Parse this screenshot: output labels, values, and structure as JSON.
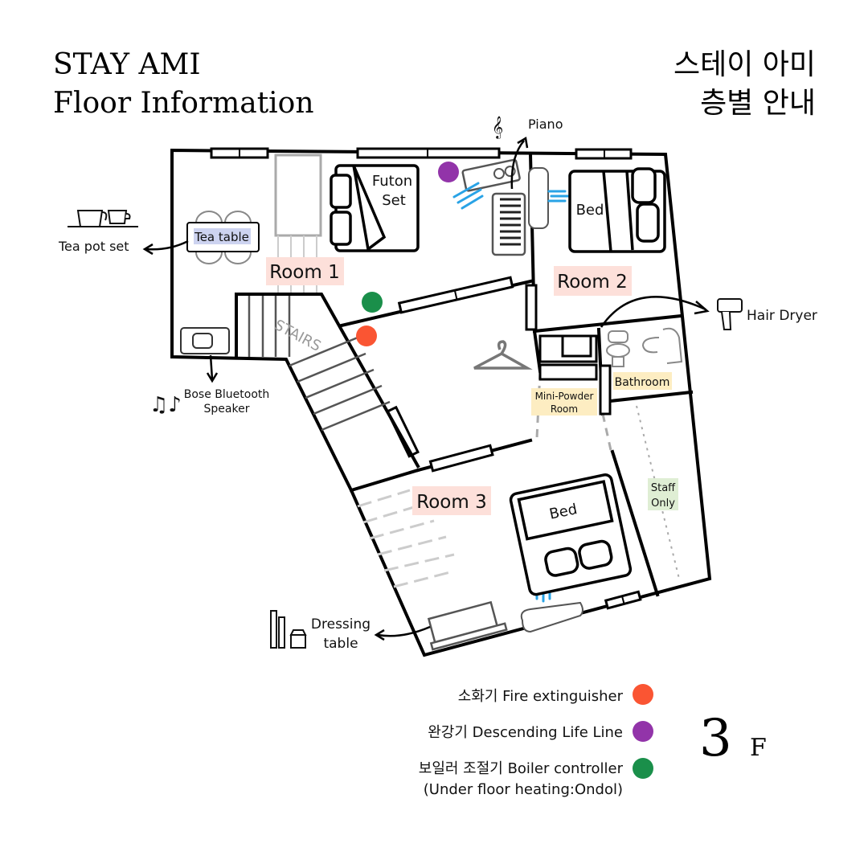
{
  "header": {
    "title_line1": "STAY AMI",
    "title_line2": "Floor Information",
    "korean_line1": "스테이 아미",
    "korean_line2": "층별 안내"
  },
  "rooms": {
    "room1": "Room 1",
    "room2": "Room 2",
    "room3": "Room 3",
    "bathroom": "Bathroom",
    "powder_line1": "Mini-Powder",
    "powder_line2": "Room",
    "staff_line1": "Staff",
    "staff_line2": "Only",
    "stairs": "STAIRS"
  },
  "furniture": {
    "tea_table": "Tea table",
    "futon_line1": "Futon",
    "futon_line2": "Set",
    "bed2": "Bed",
    "bed3": "Bed"
  },
  "amenities": {
    "piano": "Piano",
    "tea_pot": "Tea pot set",
    "speaker_line1": "Bose Bluetooth",
    "speaker_line2": "Speaker",
    "hair_dryer": "Hair Dryer",
    "dressing_line1": "Dressing",
    "dressing_line2": "table"
  },
  "legend": [
    {
      "label": "소화기 Fire extinguisher",
      "color": "#fa5533"
    },
    {
      "label": "완강기 Descending Life Line",
      "color": "#9234a9"
    },
    {
      "label": "보일러 조절기 Boiler controller",
      "color": "#1a8f4a"
    }
  ],
  "legend_note": "(Under floor heating:Ondol)",
  "floor": {
    "number": "3",
    "suffix": "F"
  },
  "colors": {
    "room_label_bg": "#fde0da",
    "yellow_label_bg": "#fdedc2",
    "green_label_bg": "#dfeed4",
    "tea_bg": "#cdd3f0",
    "ac_blue": "#29a3e6"
  }
}
